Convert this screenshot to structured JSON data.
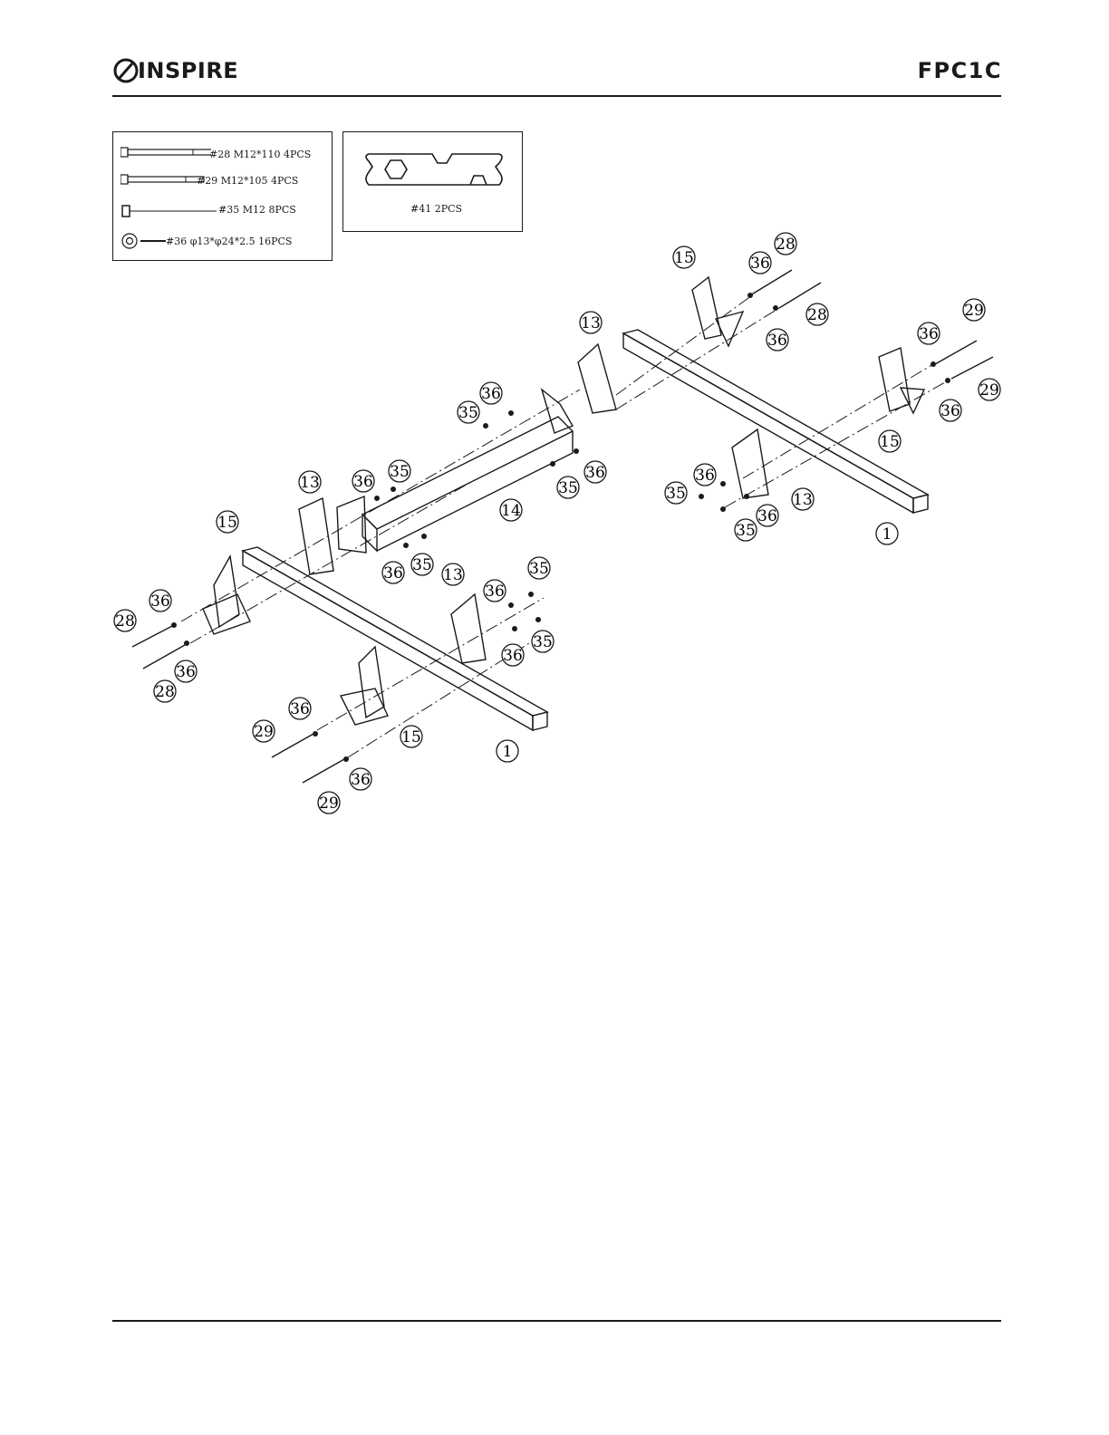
{
  "header": {
    "brand": "INSPIRE",
    "model": "FPC1C"
  },
  "hardware": [
    {
      "id": "28",
      "label": "#28 M12*110 4PCS",
      "icon": "bolt-icon"
    },
    {
      "id": "29",
      "label": "#29 M12*105 4PCS",
      "icon": "bolt-icon"
    },
    {
      "id": "35",
      "label": "#35 M12  8PCS",
      "icon": "nut-icon"
    },
    {
      "id": "36",
      "label": "#36 φ13*φ24*2.5  16PCS",
      "icon": "washer-icon"
    }
  ],
  "tool": {
    "id": "41",
    "label": "#41 2PCS",
    "icon": "wrench-icon"
  },
  "callouts": [
    "1",
    "13",
    "14",
    "15",
    "28",
    "29",
    "35",
    "36"
  ]
}
